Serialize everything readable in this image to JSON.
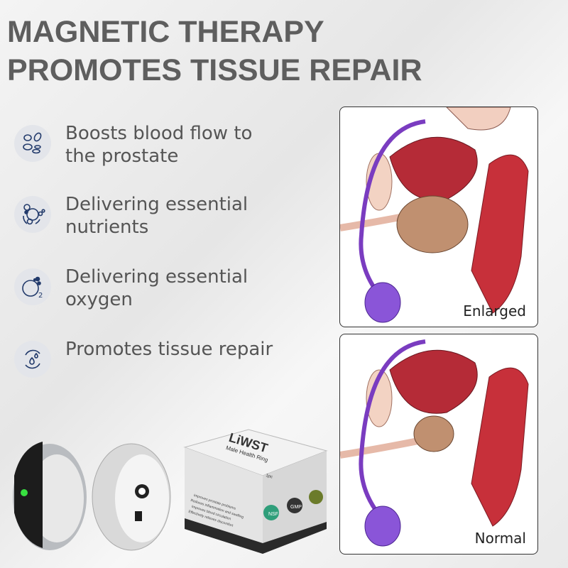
{
  "title": {
    "line1": "MAGNETIC THERAPY",
    "line2": "PROMOTES TISSUE REPAIR"
  },
  "features": [
    {
      "icon": "blood-cells-icon",
      "text": "Boosts blood flow to the prostate"
    },
    {
      "icon": "nutrients-icon",
      "text": "Delivering essential nutrients"
    },
    {
      "icon": "oxygen-icon",
      "text": "Delivering essential oxygen"
    },
    {
      "icon": "repair-cycle-icon",
      "text": "Promotes tissue repair"
    }
  ],
  "panels": [
    {
      "label": "Enlarged"
    },
    {
      "label": "Normal"
    }
  ],
  "product": {
    "brand": "LiWST",
    "name": "Male Health Ring",
    "qty": "1pc",
    "benefits": [
      "Improves prostate problems",
      "Reduces inflammation and swelling",
      "Improves blood circulation",
      "Effectively relieves discomfort"
    ],
    "badges": [
      "NSF",
      "GMP"
    ]
  }
}
